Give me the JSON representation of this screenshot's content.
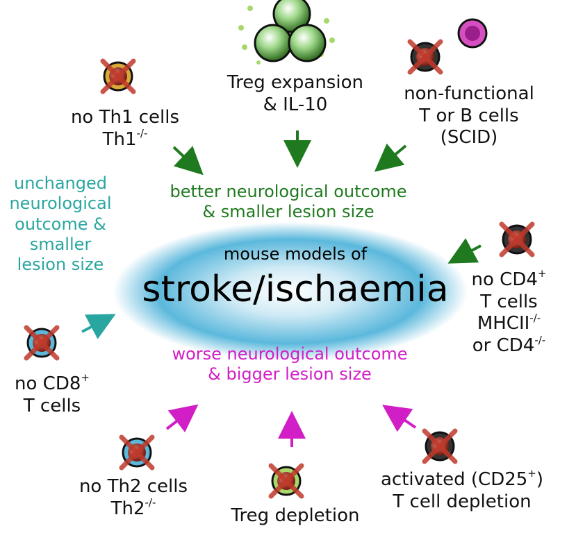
{
  "center": {
    "subtitle": "mouse models of",
    "title": "stroke/ischaemia"
  },
  "outcomes": {
    "better_line1": "better neurological outcome",
    "better_line2": "& smaller lesion size",
    "worse_line1": "worse neurological outcome",
    "worse_line2": "& bigger lesion size",
    "unchanged_lines": [
      "unchanged",
      "neurological",
      "outcome &",
      "smaller",
      "lesion size"
    ]
  },
  "models": {
    "no_th1": {
      "line1": "no Th1 cells",
      "line2": "Th1",
      "sup2": "-/-"
    },
    "treg_expansion": {
      "line1": "Treg expansion",
      "line2": "& IL-10"
    },
    "scid": {
      "line1": "non-functional",
      "line2": "T or B cells",
      "line3": "(SCID)"
    },
    "no_cd4": {
      "line1": "no CD4",
      "sup1": "+",
      "line2": "T cells",
      "line3": "MHCII",
      "sup3": "-/-",
      "line4": "or CD4",
      "sup4": "-/-"
    },
    "no_cd8": {
      "line1": "no CD8",
      "sup1": "+",
      "line2": "T cells"
    },
    "no_th2": {
      "line1": "no Th2 cells",
      "line2": "Th2",
      "sup2": "-/-"
    },
    "treg_depletion": {
      "line1": "Treg depletion"
    },
    "cd25_depletion": {
      "line1": "activated (CD25",
      "sup1": "+",
      "suffix1": ")",
      "line2": "T cell depletion"
    }
  },
  "colors": {
    "better": "#1f7a1f",
    "worse": "#d11ec6",
    "unchanged": "#2aa6a0",
    "blob": "#5bb8dc",
    "cross": "#c0392b"
  },
  "icons": [
    "x-crossed-cell-icon",
    "treg-cell-cluster-icon",
    "arrow-icon"
  ]
}
